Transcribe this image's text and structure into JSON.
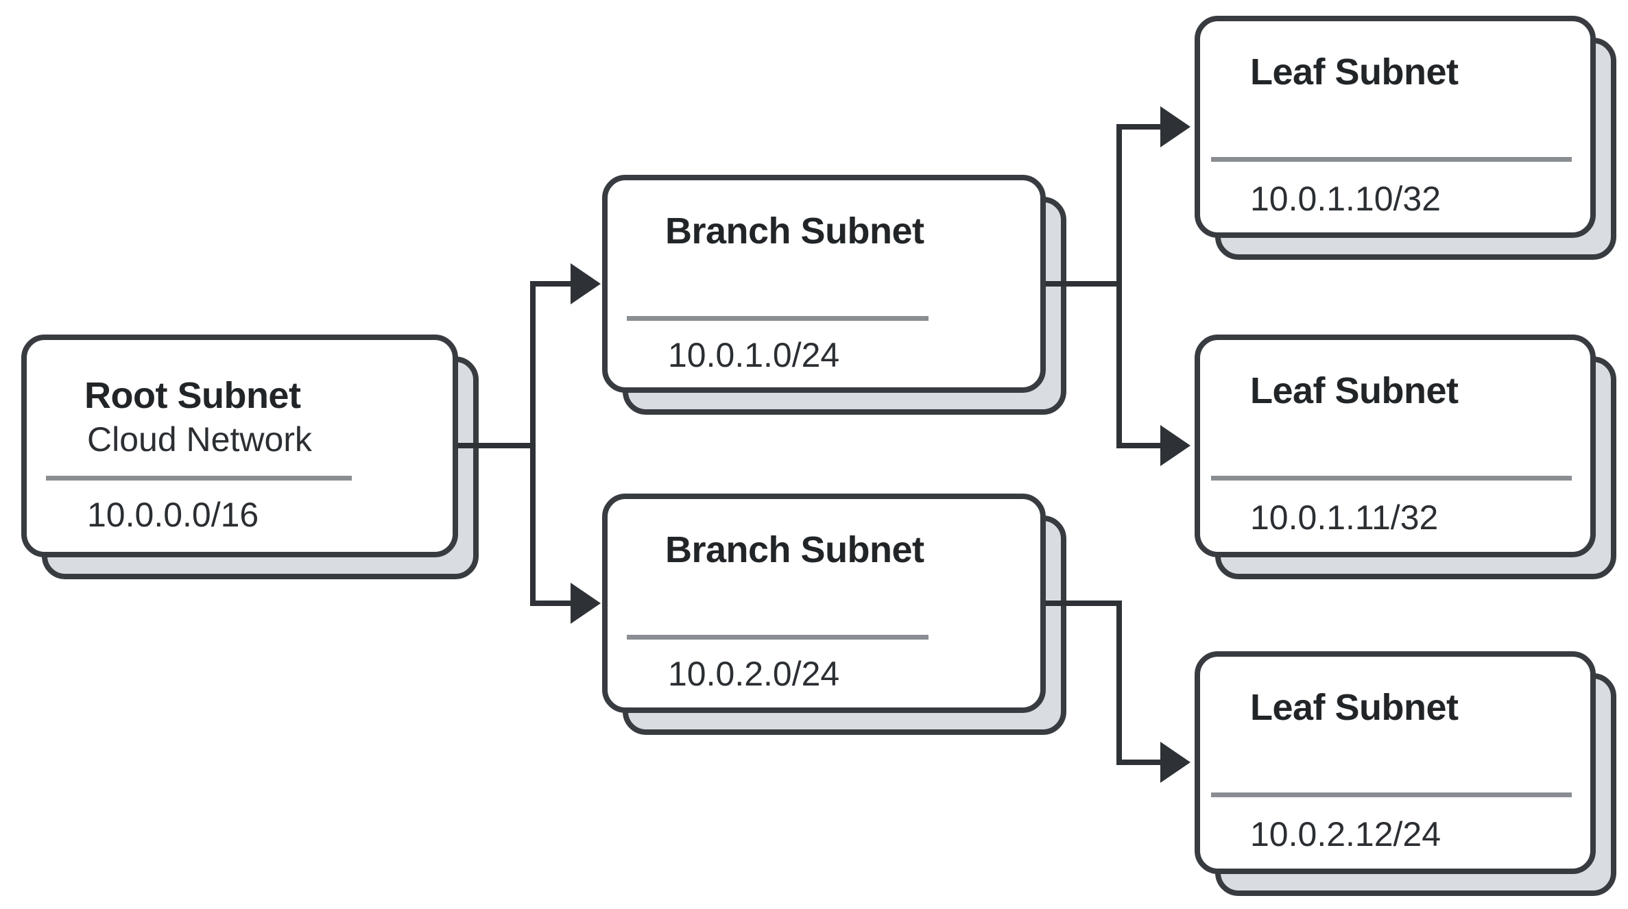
{
  "colors": {
    "background": "#ffffff",
    "card_fill": "#ffffff",
    "card_border": "#383c41",
    "shadow_fill": "#d9dce0",
    "divider": "#8a8e92",
    "connector": "#2e3236",
    "title_text": "#222528",
    "body_text": "#2b2e32"
  },
  "nodes": [
    {
      "id": "root",
      "title": "Root Subnet",
      "subtitle": "Cloud Network",
      "cidr": "10.0.0.0/16"
    },
    {
      "id": "branch-1",
      "title": "Branch Subnet",
      "subtitle": "",
      "cidr": "10.0.1.0/24"
    },
    {
      "id": "branch-2",
      "title": "Branch Subnet",
      "subtitle": "",
      "cidr": "10.0.2.0/24"
    },
    {
      "id": "leaf-1",
      "title": "Leaf Subnet",
      "subtitle": "",
      "cidr": "10.0.1.10/32"
    },
    {
      "id": "leaf-2",
      "title": "Leaf Subnet",
      "subtitle": "",
      "cidr": "10.0.1.11/32"
    },
    {
      "id": "leaf-3",
      "title": "Leaf Subnet",
      "subtitle": "",
      "cidr": "10.0.2.12/24"
    }
  ],
  "edges": [
    {
      "from": "root",
      "to": "branch-1"
    },
    {
      "from": "root",
      "to": "branch-2"
    },
    {
      "from": "branch-1",
      "to": "leaf-1"
    },
    {
      "from": "branch-1",
      "to": "leaf-2"
    },
    {
      "from": "branch-2",
      "to": "leaf-3"
    }
  ]
}
